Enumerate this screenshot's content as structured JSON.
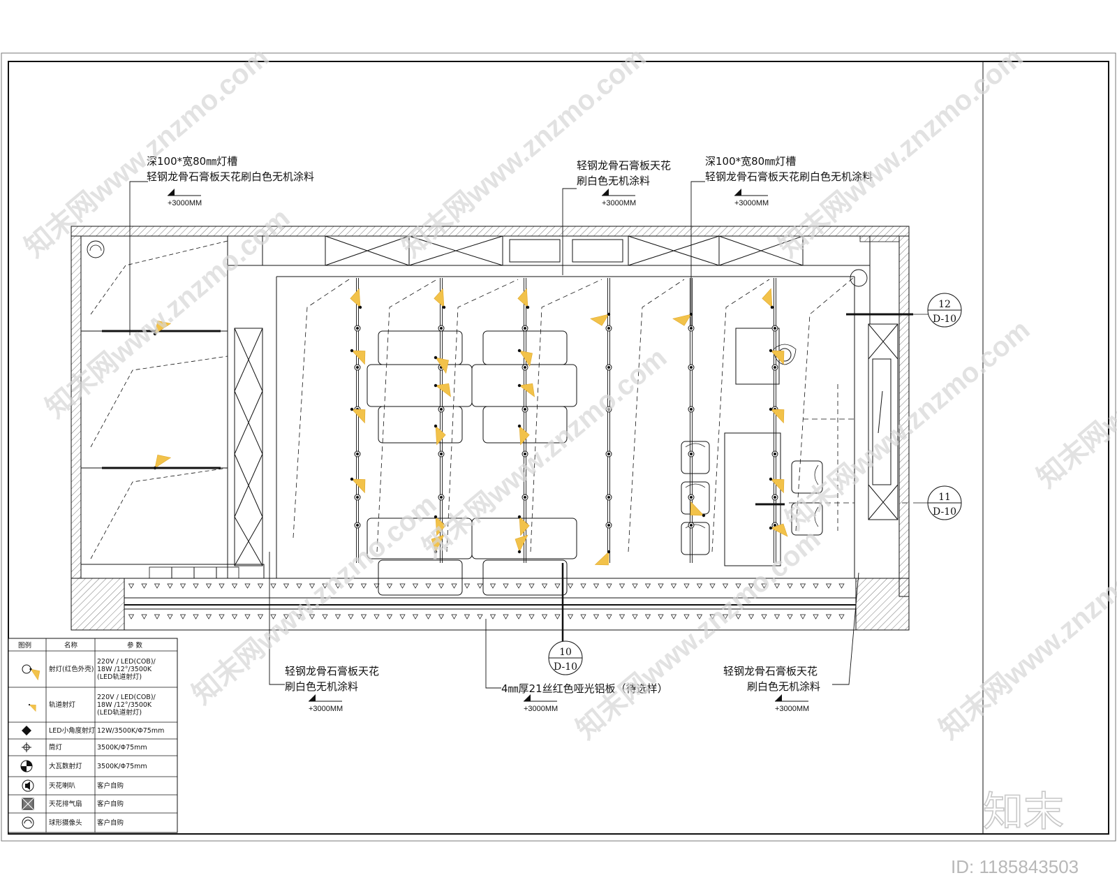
{
  "callouts": {
    "top_left": {
      "line1": "深100*宽80㎜灯槽",
      "line2": "轻钢龙骨石膏板天花刷白色无机涂料",
      "level": "+3000MM"
    },
    "top_mid": {
      "line1": "轻钢龙骨石膏板天花",
      "line2": "刷白色无机涂料",
      "level": "+3000MM"
    },
    "top_right": {
      "line1": "深100*宽80㎜灯槽",
      "line2": "轻钢龙骨石膏板天花刷白色无机涂料",
      "level": "+3000MM"
    },
    "bottom_left": {
      "line1": "轻钢龙骨石膏板天花",
      "line2": "刷白色无机涂料",
      "level": "+3000MM"
    },
    "bottom_mid": {
      "line1": "4㎜厚21丝红色哑光铝板（待选样）",
      "level": "+3000MM"
    },
    "bottom_right": {
      "line1": "轻钢龙骨石膏板天花",
      "line2": "刷白色无机涂料",
      "level": "+3000MM"
    }
  },
  "section_tags": [
    {
      "number": "12",
      "sheet": "D-10"
    },
    {
      "number": "11",
      "sheet": "D-10"
    },
    {
      "number": "10",
      "sheet": "D-10"
    }
  ],
  "legend": {
    "headers": [
      "图例",
      "名称",
      "参 数"
    ],
    "rows": [
      {
        "icon": "spotlight-red-icon",
        "name": "射灯(红色外壳)",
        "params": [
          "220V / LED(COB)/",
          "18W /12°/3500K",
          "(LED轨道射灯)"
        ]
      },
      {
        "icon": "track-spotlight-icon",
        "name": "轨道射灯",
        "params": [
          "220V / LED(COB)/",
          "18W /12°/3500K",
          "(LED轨道射灯)"
        ]
      },
      {
        "icon": "led-small-angle-spot-icon",
        "name": "LED小角度射灯",
        "params": [
          "12W/3500K/Φ75mm"
        ]
      },
      {
        "icon": "downlight-icon",
        "name": "筒灯",
        "params": [
          "3500K/Φ75mm"
        ]
      },
      {
        "icon": "high-watt-spotlight-icon",
        "name": "大瓦数射灯",
        "params": [
          "3500K/Φ75mm"
        ]
      },
      {
        "icon": "ceiling-speaker-icon",
        "name": "天花喇叭",
        "params": [
          "客户自购"
        ]
      },
      {
        "icon": "ceiling-exhaust-fan-icon",
        "name": "天花排气扇",
        "params": [
          "客户自购"
        ]
      },
      {
        "icon": "dome-camera-icon",
        "name": "球形摄像头",
        "params": [
          "客户自购"
        ]
      }
    ]
  },
  "watermark": {
    "text": "知末网www.znzmo.com",
    "brand": "知末",
    "id": "ID: 1185843503"
  },
  "colors": {
    "light": "#f2c24a",
    "light_dark": "#e0a82a",
    "line": "#111111",
    "hatch": "#555555",
    "watermark": "#d0d0d0"
  }
}
